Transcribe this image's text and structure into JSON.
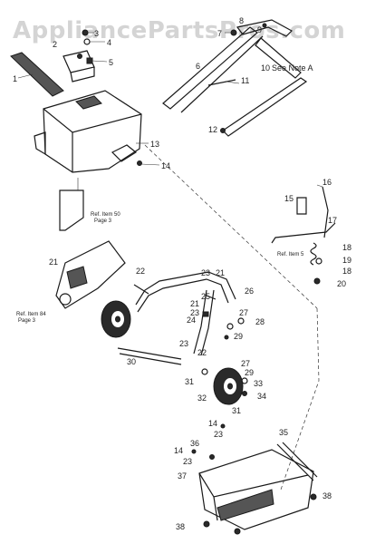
{
  "watermark": "AppliancePartsPros.com",
  "note": "See Note A",
  "refs": {
    "ref1_a": "Ref. Item 50",
    "ref1_b": "Page 3",
    "ref2": "Ref. Item 5",
    "ref3_a": "Ref. Item 84",
    "ref3_b": "Page 3"
  },
  "callouts": [
    "1",
    "2",
    "3",
    "4",
    "5",
    "6",
    "7",
    "8",
    "9",
    "10",
    "11",
    "12",
    "13",
    "14",
    "15",
    "16",
    "17",
    "18",
    "19",
    "18",
    "20",
    "21",
    "22",
    "23",
    "21",
    "26",
    "25",
    "21",
    "23",
    "27",
    "24",
    "28",
    "29",
    "23",
    "22",
    "30",
    "27",
    "29",
    "31",
    "33",
    "32",
    "34",
    "31",
    "14",
    "23",
    "35",
    "36",
    "14",
    "23",
    "37",
    "38",
    "38"
  ]
}
